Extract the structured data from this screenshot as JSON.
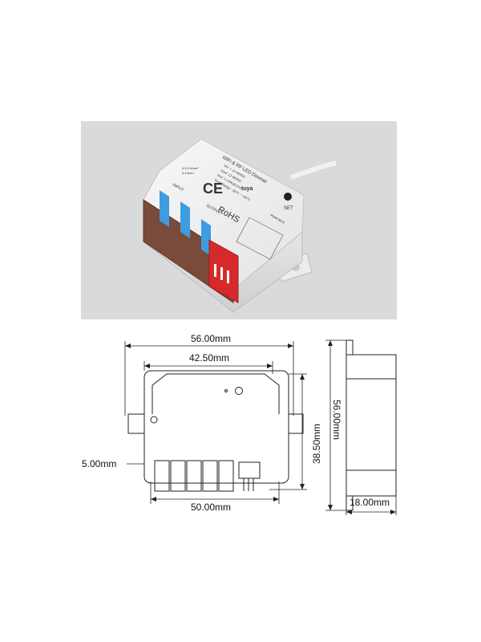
{
  "photo": {
    "title": "WiFi & RF LED Dimmer",
    "ce_mark": "CE",
    "rohs_mark": "RoHS",
    "brand": "tuya",
    "set_label": "SET",
    "input_label": "INPUT",
    "output_label": "OUTPUT",
    "specs": [
      "Uin: + 12-48VDC",
      "Uout: 12-48VDC",
      "Iout: 1 x 8A(@12V)",
      "Temp Range: -20°C ~ +45°C"
    ],
    "pwm_label": "PWM 8kHz",
    "wire_gauge": "0.5-2.5mm²",
    "strip_length": "9-10mm"
  },
  "drawing": {
    "width_outer": "56.00mm",
    "width_inner": "42.50mm",
    "width_bottom": "50.00mm",
    "height_body": "38.50mm",
    "height_total": "56.00mm",
    "depth": "18.00mm",
    "flange": "5.00mm"
  }
}
